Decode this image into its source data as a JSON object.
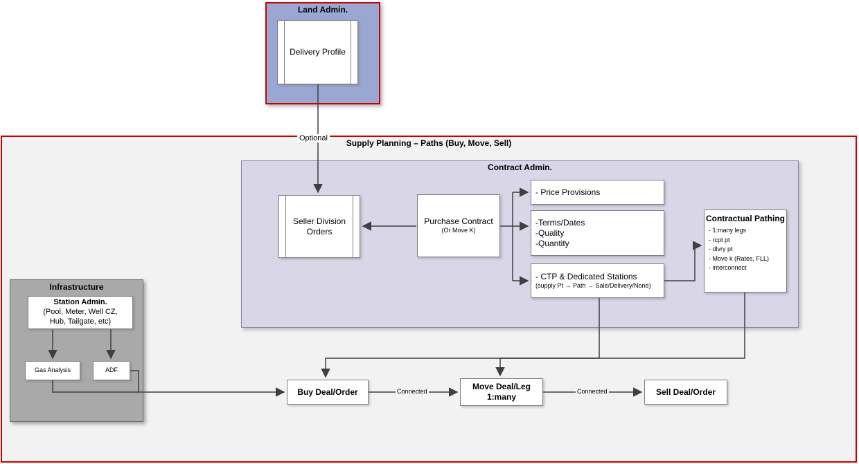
{
  "diagram": {
    "land_admin": {
      "title": "Land Admin.",
      "delivery_profile": "Delivery Profile"
    },
    "labels": {
      "optional": "Optional",
      "connected_buy_move": "Connected",
      "connected_move_sell": "Connected"
    },
    "supply_planning": {
      "title": "Supply Planning – Paths (Buy, Move, Sell)"
    },
    "contract_admin": {
      "title": "Contract Admin.",
      "seller_division_orders": "Seller Division Orders",
      "purchase_contract": {
        "title": "Purchase Contract",
        "subtitle": "(Or Move K)"
      },
      "price_provisions": "- Price Provisions",
      "terms_dates": {
        "line1": "-Terms/Dates",
        "line2": "-Quality",
        "line3": "-Quantity"
      },
      "ctp_stations": {
        "title": "- CTP & Dedicated Stations",
        "subtitle": "(supply Pt → Path → Sale/Delivery/None)"
      },
      "contractual_pathing": {
        "title": "Contractual Pathing",
        "items": [
          "- 1:many legs",
          "- rcpt pt",
          "- dlvry pt",
          "- Move k (Rates, FLL)",
          "- interconnect"
        ]
      }
    },
    "infrastructure": {
      "title": "Infrastructure",
      "station_admin": {
        "title": "Station Admin.",
        "line2": "(Pool, Meter, Well CZ,",
        "line3": "Hub, Tailgate, etc)"
      },
      "gas_analysis": "Gas Analysis",
      "adf": "ADF"
    },
    "deals": {
      "buy": "Buy Deal/Order",
      "move": {
        "line1": "Move Deal/Leg",
        "line2": "1:many"
      },
      "sell": "Sell Deal/Order"
    }
  }
}
